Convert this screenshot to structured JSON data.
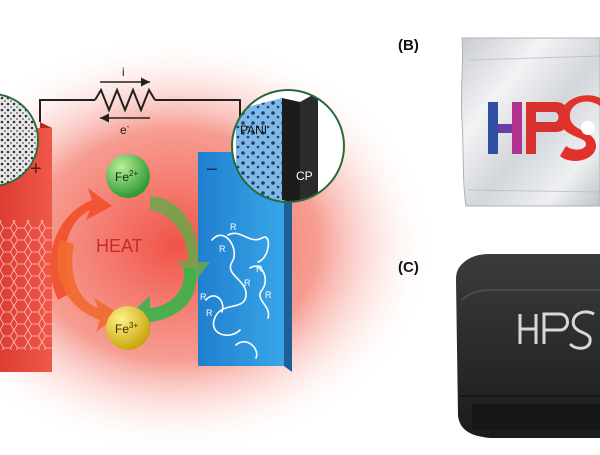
{
  "diagram": {
    "current_label": "i",
    "electron_label": "e",
    "electron_sup": "-",
    "plus_sign": "+",
    "minus_sign": "−",
    "center_label": "HEAT",
    "fe2_base": "Fe",
    "fe2_sup": "2+",
    "fe3_base": "Fe",
    "fe3_sup": "3+",
    "inset_pani": "PANI",
    "inset_cp": "CP",
    "r_group": "R"
  },
  "panels": {
    "b_label": "(B)",
    "c_label": "(C)",
    "logo_text": "HPS"
  },
  "colors": {
    "heat_glow": "#f26a5f",
    "left_electrode": "#e8473a",
    "right_electrode": "#2a8fd6",
    "fe2_ball": "#4fb848",
    "fe3_ball": "#d9c21a",
    "arrow_red": "#ef4a36",
    "arrow_green": "#3bb24a",
    "logo_blue": "#2e4fa3",
    "logo_red": "#e0322b"
  }
}
